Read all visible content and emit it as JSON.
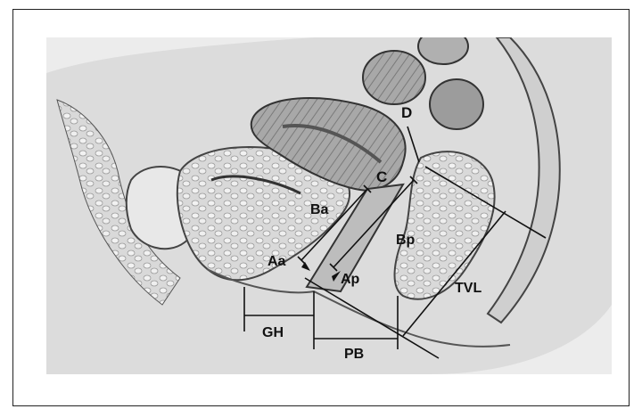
{
  "labels": {
    "d": "D",
    "c": "C",
    "ba": "Ba",
    "bp": "Bp",
    "aa": "Aa",
    "ap": "Ap",
    "tvl": "TVL",
    "gh": "GH",
    "pb": "PB"
  },
  "colors": {
    "background": "#ffffff",
    "tissue_light": "#e6e6e6",
    "tissue_mid": "#b8b8b8",
    "tissue_dark": "#6e6e6e",
    "line": "#111111"
  }
}
